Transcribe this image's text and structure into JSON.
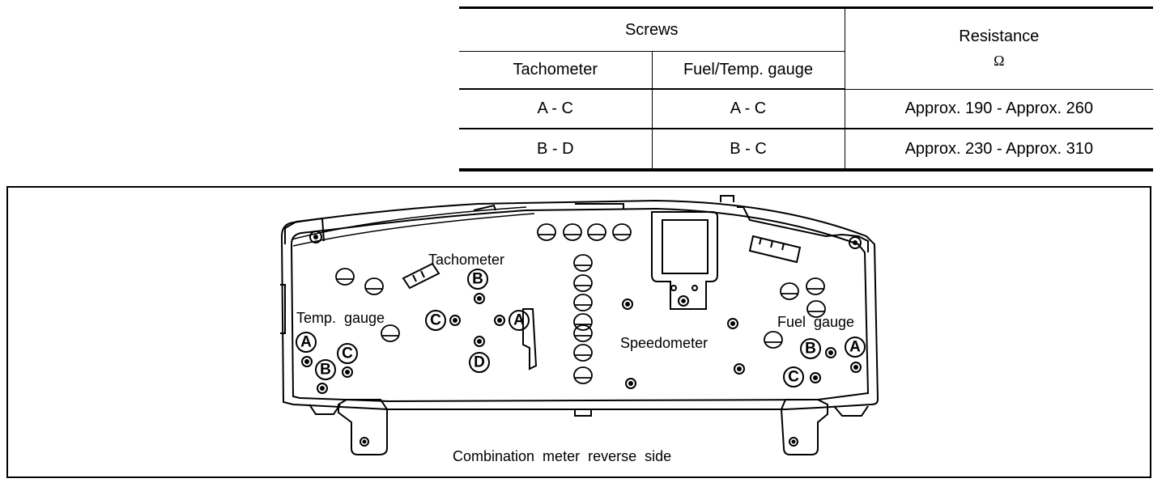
{
  "table": {
    "header_screws": "Screws",
    "header_resistance": "Resistance",
    "header_unit": "Ω",
    "col_tachometer": "Tachometer",
    "col_fuel_temp": "Fuel/Temp. gauge",
    "rows": [
      {
        "tachometer": "A - C",
        "fuel_temp": "A - C",
        "resistance": "Approx. 190 - Approx. 260"
      },
      {
        "tachometer": "B - D",
        "fuel_temp": "B - C",
        "resistance": "Approx. 230 - Approx. 310"
      }
    ]
  },
  "diagram": {
    "labels": {
      "tachometer": "Tachometer",
      "temp_gauge": "Temp.  gauge",
      "speedometer": "Speedometer",
      "fuel_gauge": "Fuel  gauge",
      "caption": "Combination  meter  reverse  side"
    },
    "terminals": {
      "tach_a": "A",
      "tach_b": "B",
      "tach_c": "C",
      "tach_d": "D",
      "temp_a": "A",
      "temp_b": "B",
      "temp_c": "C",
      "fuel_a": "A",
      "fuel_b": "B",
      "fuel_c": "C"
    }
  }
}
